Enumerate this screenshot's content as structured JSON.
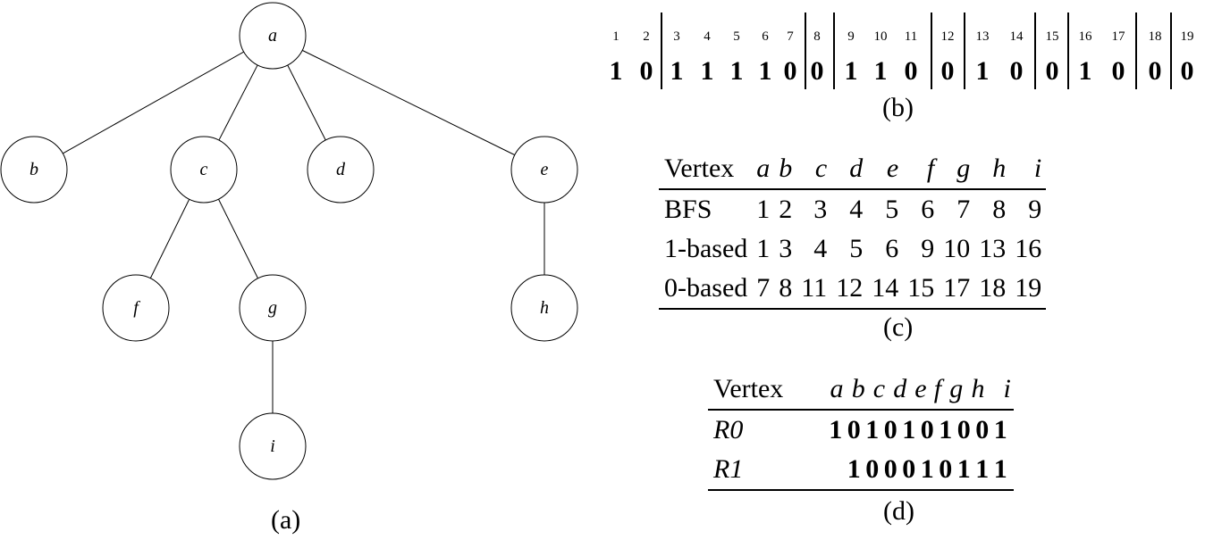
{
  "tree": {
    "nodes": [
      {
        "id": "a",
        "label": "a"
      },
      {
        "id": "b",
        "label": "b"
      },
      {
        "id": "c",
        "label": "c"
      },
      {
        "id": "d",
        "label": "d"
      },
      {
        "id": "e",
        "label": "e"
      },
      {
        "id": "f",
        "label": "f"
      },
      {
        "id": "g",
        "label": "g"
      },
      {
        "id": "h",
        "label": "h"
      },
      {
        "id": "i",
        "label": "i"
      }
    ],
    "edges": [
      [
        "a",
        "b"
      ],
      [
        "a",
        "c"
      ],
      [
        "a",
        "d"
      ],
      [
        "a",
        "e"
      ],
      [
        "c",
        "f"
      ],
      [
        "c",
        "g"
      ],
      [
        "e",
        "h"
      ],
      [
        "g",
        "i"
      ]
    ],
    "caption": "(a)"
  },
  "bitstring": {
    "indices": [
      "1",
      "2",
      "3",
      "4",
      "5",
      "6",
      "7",
      "8",
      "9",
      "10",
      "11",
      "12",
      "13",
      "14",
      "15",
      "16",
      "17",
      "18",
      "19"
    ],
    "bits": [
      "1",
      "0",
      "1",
      "1",
      "1",
      "1",
      "0",
      "0",
      "1",
      "1",
      "0",
      "0",
      "1",
      "0",
      "0",
      "1",
      "0",
      "0",
      "0"
    ],
    "group_ends_after": [
      2,
      7,
      8,
      11,
      12,
      14,
      15,
      17,
      18,
      19
    ],
    "caption": "(b)"
  },
  "table_c": {
    "header_label": "Vertex",
    "columns": [
      "a",
      "b",
      "c",
      "d",
      "e",
      "f",
      "g",
      "h",
      "i"
    ],
    "rows": [
      {
        "label": "BFS",
        "values": [
          "1",
          "2",
          "3",
          "4",
          "5",
          "6",
          "7",
          "8",
          "9"
        ]
      },
      {
        "label": "1-based",
        "values": [
          "1",
          "3",
          "4",
          "5",
          "6",
          "9",
          "10",
          "13",
          "16"
        ]
      },
      {
        "label": "0-based",
        "values": [
          "7",
          "8",
          "11",
          "12",
          "14",
          "15",
          "17",
          "18",
          "19"
        ]
      }
    ],
    "caption": "(c)"
  },
  "table_d": {
    "header_label": "Vertex",
    "columns": [
      "a",
      "b",
      "c",
      "d",
      "e",
      "f",
      "g",
      "h",
      "i"
    ],
    "rows": [
      {
        "label": "R0",
        "bits": "1 0 1 0 1 0 1 0 0 1"
      },
      {
        "label": "R1",
        "bits": "1 0 0 0 1 0 1 1 1"
      }
    ],
    "caption": "(d)"
  }
}
